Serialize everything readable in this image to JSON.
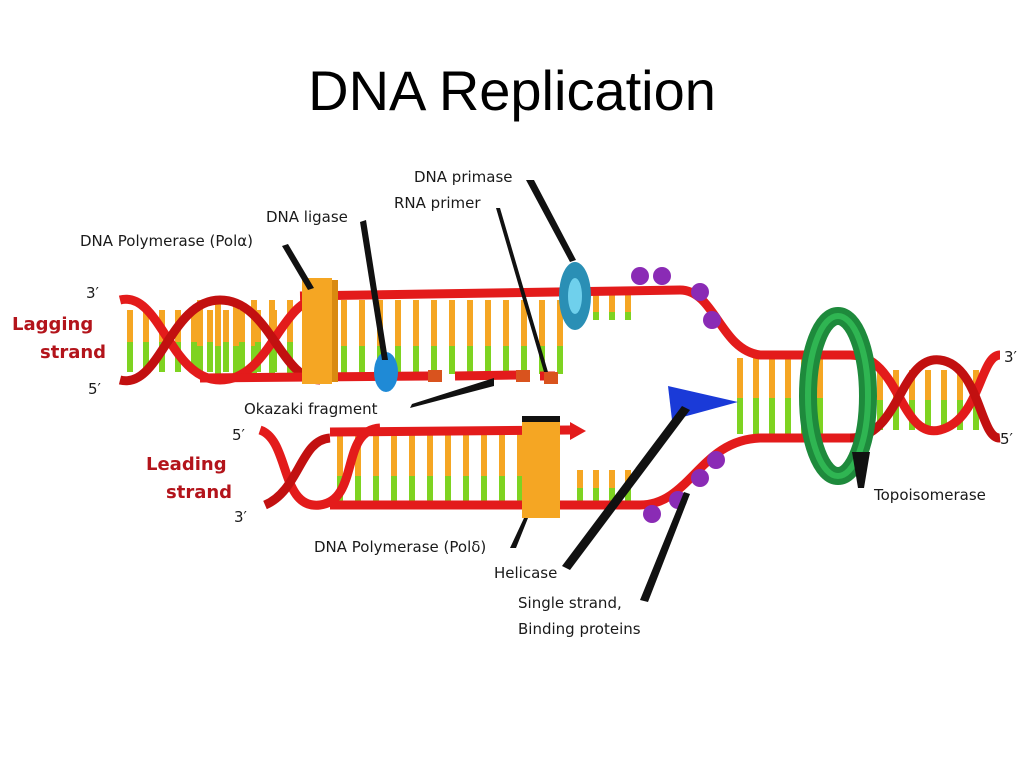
{
  "slide": {
    "title": "DNA Replication"
  },
  "diagram": {
    "strands": {
      "lagging": {
        "line1": "Lagging",
        "line2": "strand"
      },
      "leading": {
        "line1": "Leading",
        "line2": "strand"
      }
    },
    "ends": {
      "lagging_top": "3′",
      "lagging_bottom": "5′",
      "leading_top": "5′",
      "leading_bottom": "3′",
      "right_top": "3′",
      "right_bottom": "5′"
    },
    "labels": {
      "dna_primase": "DNA primase",
      "rna_primer": "RNA primer",
      "dna_ligase": "DNA ligase",
      "pol_alpha": "DNA Polymerase (Polα)",
      "okazaki": "Okazaki fragment",
      "pol_delta": "DNA Polymerase (Polδ)",
      "helicase": "Helicase",
      "ssb_line1": "Single strand,",
      "ssb_line2": "Binding proteins",
      "topoisomerase": "Topoisomerase"
    },
    "colors": {
      "backbone": "#e31b1b",
      "base_green": "#7ed321",
      "base_orange": "#f5a623",
      "polymerase": "#f5a623",
      "helicase": "#1a3ad8",
      "topoisomerase": "#1e8a3c",
      "primase": "#2a8fb5",
      "ssb": "#8a2bb5"
    }
  }
}
